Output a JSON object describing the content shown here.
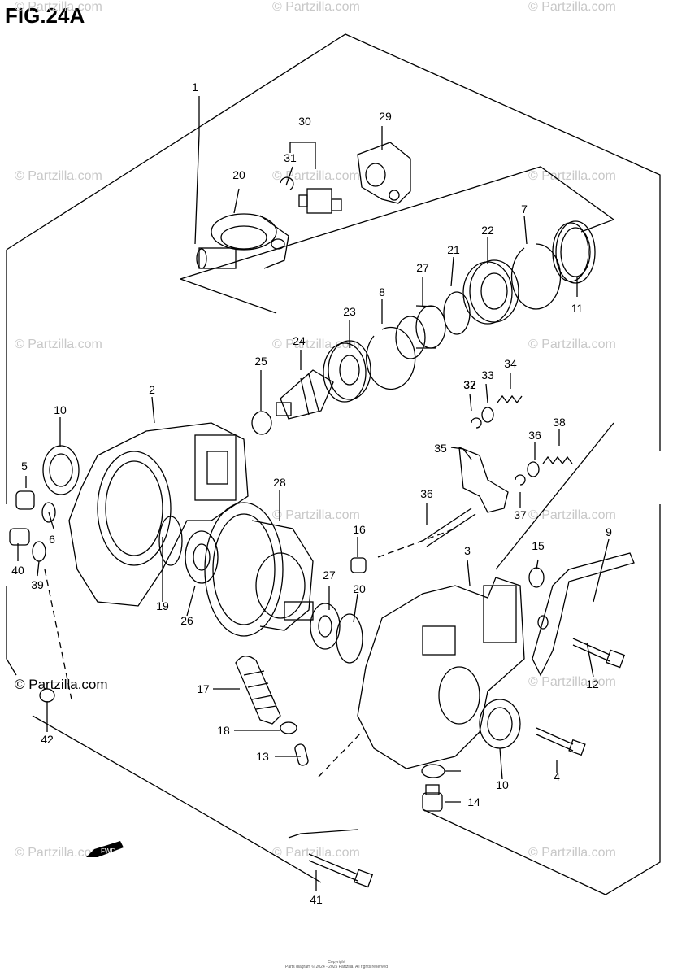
{
  "figure": {
    "title": "FIG.24A",
    "direction_label": "FWD"
  },
  "watermark": {
    "text": "© Partzilla.com",
    "dark_text": "© Partzilla.com"
  },
  "footer": {
    "line1": "Copyright",
    "line2": "Parts diagram © 2024 - 2025 Partzilla. All rights reserved"
  },
  "callouts": [
    "1",
    "2",
    "3",
    "4",
    "5",
    "6",
    "7",
    "8",
    "9",
    "10",
    "10",
    "11",
    "12",
    "13",
    "14",
    "15",
    "16",
    "17",
    "18",
    "19",
    "20",
    "20",
    "21",
    "22",
    "23",
    "24",
    "25",
    "26",
    "27",
    "27",
    "28",
    "29",
    "30",
    "31",
    "32",
    "33",
    "34",
    "35",
    "36",
    "36",
    "37",
    "37",
    "38",
    "39",
    "40",
    "41",
    "42"
  ]
}
